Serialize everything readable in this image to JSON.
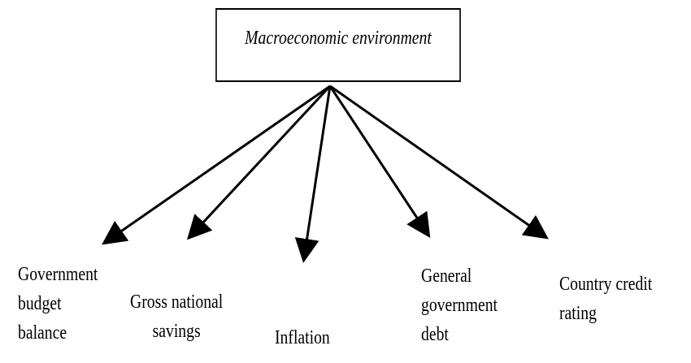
{
  "root": {
    "label": "Macroeconomic environment"
  },
  "leaves": {
    "government_budget_balance": [
      "Government",
      "budget",
      "balance"
    ],
    "gross_national_savings": [
      "Gross national",
      "savings"
    ],
    "inflation": [
      "Inflation"
    ],
    "general_government_debt": [
      "General",
      "government",
      "debt"
    ],
    "country_credit_rating": [
      "Country credit",
      "rating"
    ]
  },
  "colors": {
    "line": "#000000",
    "background": "#ffffff"
  }
}
